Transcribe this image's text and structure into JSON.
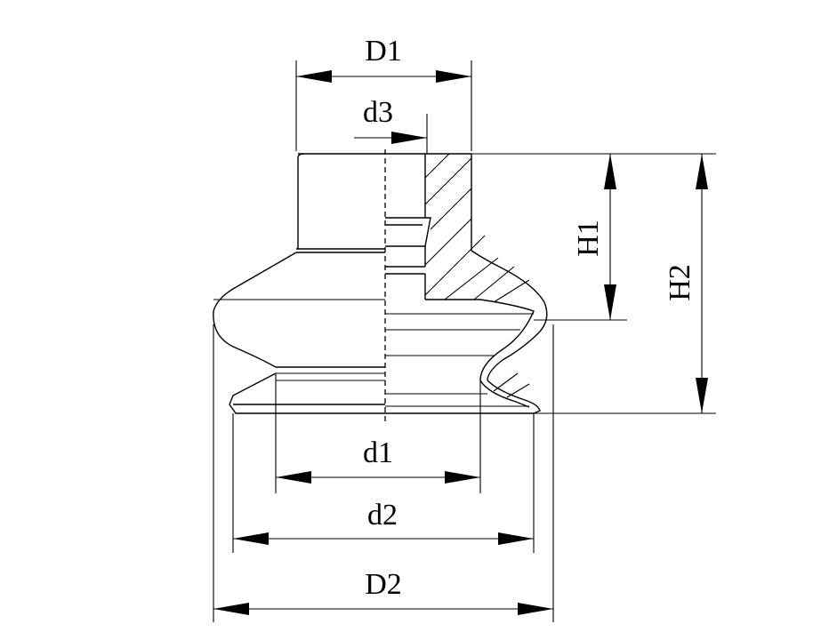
{
  "labels": {
    "D1": "D1",
    "d3": "d3",
    "H1": "H1",
    "H2": "H2",
    "d1": "d1",
    "d2": "d2",
    "D2": "D2"
  }
}
